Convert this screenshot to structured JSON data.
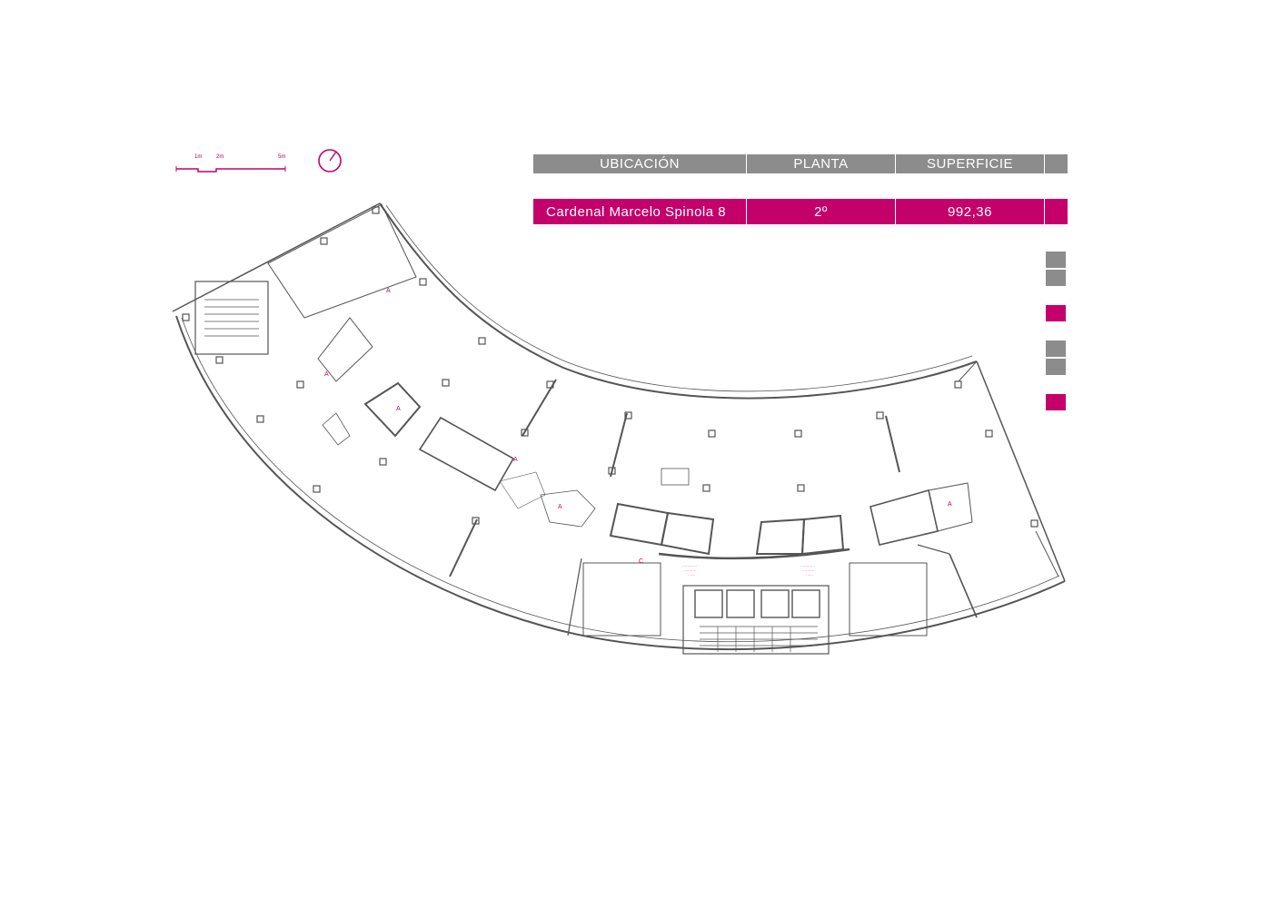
{
  "scale_bar": {
    "marks": [
      "1m",
      "2m",
      "5m"
    ]
  },
  "table": {
    "headers": {
      "location": "UBICACIÓN",
      "floor": "PLANTA",
      "area": "SUPERFICIE"
    },
    "values": {
      "location": "Cardenal Marcelo Spinola 8",
      "floor": "2º",
      "area": "992,36"
    }
  },
  "legend": [
    {
      "color": "#8c8c8c"
    },
    {
      "color": "#8c8c8c"
    },
    {
      "color": "#c4006b"
    },
    {
      "color": "#8c8c8c"
    },
    {
      "color": "#8c8c8c"
    },
    {
      "color": "#c4006b"
    }
  ],
  "colors": {
    "accent": "#c4006b",
    "header_gray": "#8c8c8c",
    "plan_line": "#555555"
  }
}
